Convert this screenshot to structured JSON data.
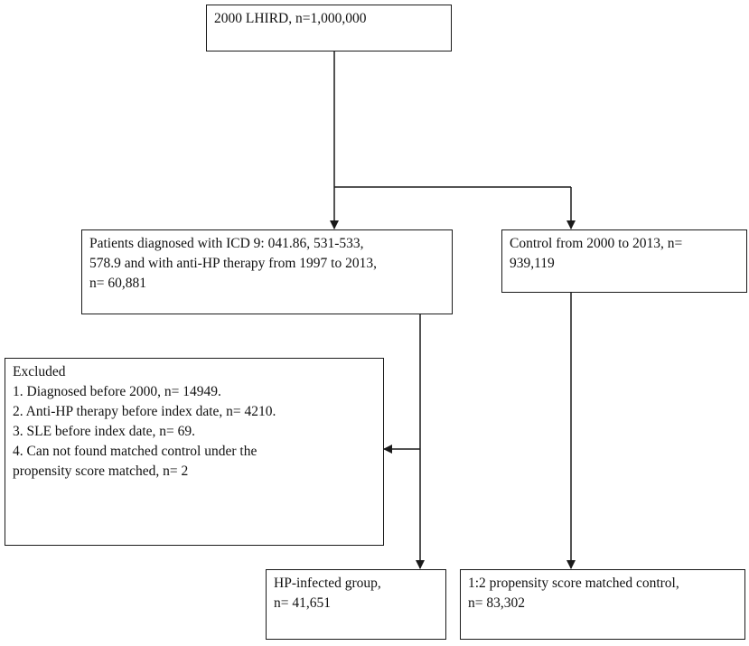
{
  "flowchart": {
    "source": {
      "lines": [
        "2000 LHIRD,  n=1,000,000"
      ]
    },
    "patients": {
      "lines": [
        "Patients diagnosed with ICD 9: 041.86, 531-533,",
        "578.9 and with anti-HP therapy from 1997 to 2013,",
        "n= 60,881"
      ]
    },
    "control": {
      "lines": [
        "Control from 2000 to 2013,   n=",
        "939,119"
      ]
    },
    "excluded": {
      "lines": [
        "Excluded",
        "1. Diagnosed  before 2000, n= 14949.",
        "2. Anti-HP therapy  before  index date, n= 4210.",
        "3.  SLE before  index date, n= 69.",
        "4.  Can not found matched control under the",
        "propensity  score matched,  n= 2"
      ]
    },
    "hp_group": {
      "lines": [
        "HP-infected  group,",
        "n= 41,651"
      ]
    },
    "matched_control": {
      "lines": [
        "1:2 propensity  score matched control,",
        "n= 83,302"
      ]
    }
  },
  "colors": {
    "line": "#1a1a1a",
    "background": "#ffffff",
    "text": "#111111"
  }
}
